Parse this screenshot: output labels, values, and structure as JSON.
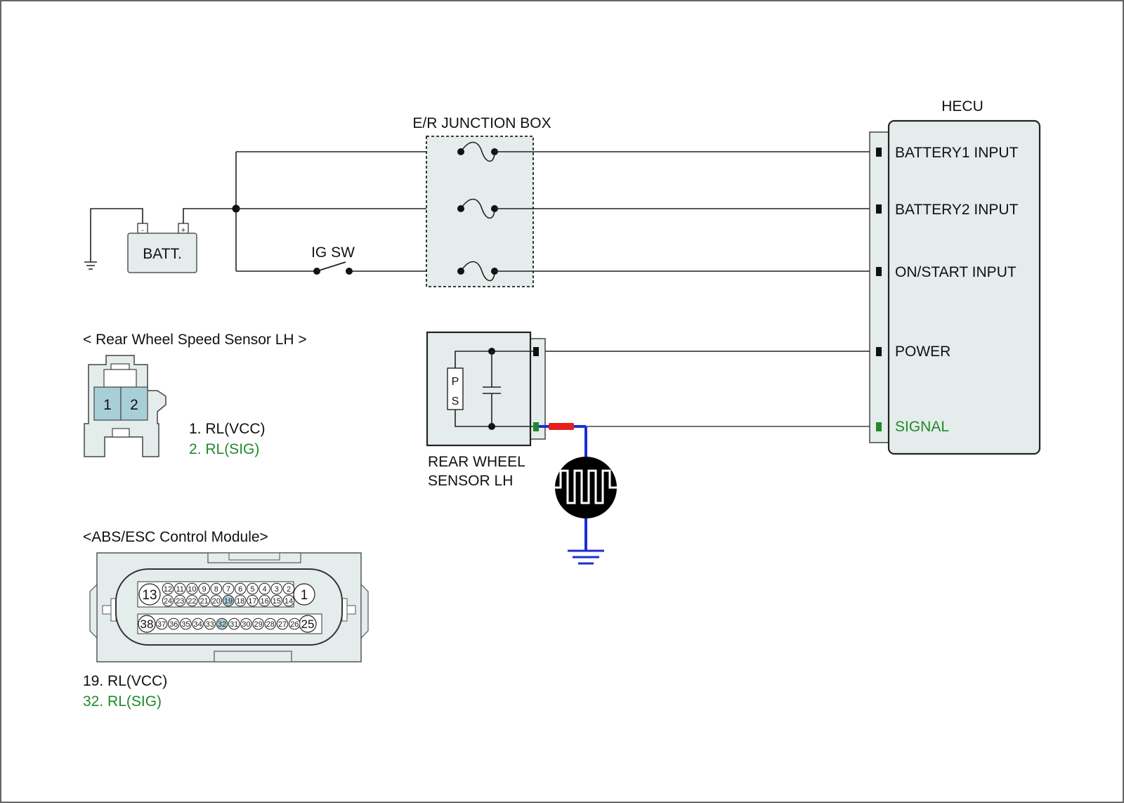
{
  "colors": {
    "panel": "#e4ecec",
    "pin_cell": "#a9cfd6",
    "signal_green": "#1f8a2a",
    "wire_blue": "#1b2ed6",
    "wire_red": "#e3201b"
  },
  "junction_box": {
    "label": "E/R JUNCTION BOX"
  },
  "hecu": {
    "title": "HECU",
    "pins": {
      "battery1": "BATTERY1 INPUT",
      "battery2": "BATTERY2 INPUT",
      "on_start": "ON/START INPUT",
      "power": "POWER",
      "signal": "SIGNAL"
    }
  },
  "battery": {
    "label": "BATT.",
    "neg": "-",
    "pos": "+"
  },
  "ig_switch": {
    "label": "IG SW"
  },
  "sensor": {
    "label_line1": "REAR WHEEL",
    "label_line2": "SENSOR LH",
    "p": "P",
    "s": "S"
  },
  "sensor_connector": {
    "title": "< Rear Wheel Speed Sensor LH >",
    "pin1": "1",
    "pin2": "2",
    "legend1": "1. RL(VCC)",
    "legend2": "2. RL(SIG)"
  },
  "module_connector": {
    "title": "<ABS/ESC Control Module>",
    "big_top_left": "13",
    "big_top_right": "1",
    "big_bottom_left": "38",
    "big_bottom_right": "25",
    "row1": [
      "12",
      "11",
      "10",
      "9",
      "8",
      "7",
      "6",
      "5",
      "4",
      "3",
      "2"
    ],
    "row2": [
      "24",
      "23",
      "22",
      "21",
      "20",
      "19",
      "18",
      "17",
      "16",
      "15",
      "14"
    ],
    "row3": [
      "37",
      "36",
      "35",
      "34",
      "33",
      "32",
      "31",
      "30",
      "29",
      "28",
      "27",
      "26"
    ],
    "highlight": [
      "19",
      "32"
    ],
    "legend1": "19. RL(VCC)",
    "legend2": "32. RL(SIG)"
  }
}
